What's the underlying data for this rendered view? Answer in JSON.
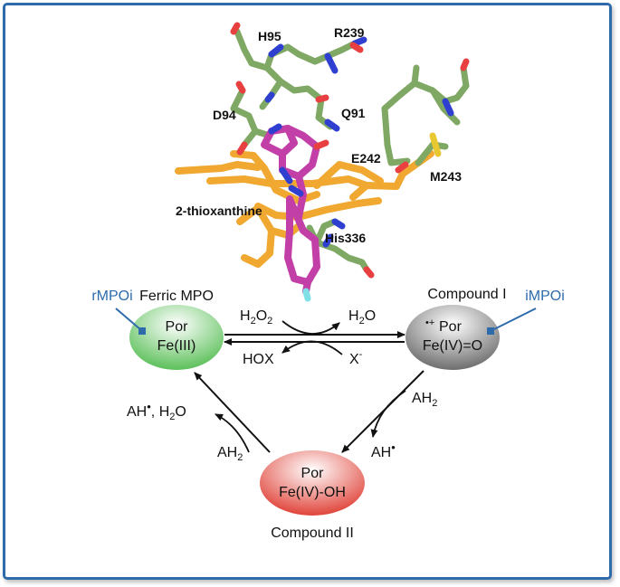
{
  "structure": {
    "residues": {
      "h95": "H95",
      "r239": "R239",
      "d94": "D94",
      "q91": "Q91",
      "e242": "E242",
      "m243": "M243",
      "his336": "His336"
    },
    "ligand_label": "2-thioxanthine"
  },
  "cycle": {
    "ferric": {
      "title": "Ferric MPO",
      "line1": "Por",
      "line2": "Fe(III)"
    },
    "compound1": {
      "title": "Compound I",
      "line1": "Por",
      "line2": "Fe(IV)=O",
      "radical_prefix": "•+"
    },
    "compound2": {
      "title": "Compound II",
      "line1": "Por",
      "line2": "Fe(IV)-OH"
    },
    "inhibitors": {
      "reversible": "rMPOi",
      "irreversible": "iMPOi"
    },
    "reagents": {
      "h2o2": {
        "base": "H",
        "sub1": "2",
        "mid": "O",
        "sub2": "2"
      },
      "h2o": {
        "base": "H",
        "sub": "2",
        "rest": "O"
      },
      "hox": "HOX",
      "x_minus": {
        "base": "X",
        "sup": "-"
      },
      "ah2_right": {
        "base": "AH",
        "sub": "2"
      },
      "ah_radical_right": {
        "base": "AH",
        "sup": "•"
      },
      "ah2_left": {
        "base": "AH",
        "sub": "2"
      },
      "ah_radical_h2o_left": {
        "base": "AH",
        "sup": "•",
        "rest": ", H",
        "sub": "2",
        "rest2": "O"
      }
    }
  },
  "colors": {
    "frame": "#2e6bab",
    "inhibitor_text": "#2e6bab",
    "ferric_fill": "#5cc05a",
    "compound1_fill": "#777777",
    "compound2_fill": "#e0443a",
    "heme": "#f0a830",
    "ligand": "#c33fa8",
    "residue": "#7fa865",
    "nitrogen": "#2f3fd0",
    "oxygen": "#e84040",
    "sulfur": "#e8c830",
    "fluorine": "#7fe0e8"
  },
  "icons": [
    "inhibitor-marker-icon"
  ]
}
